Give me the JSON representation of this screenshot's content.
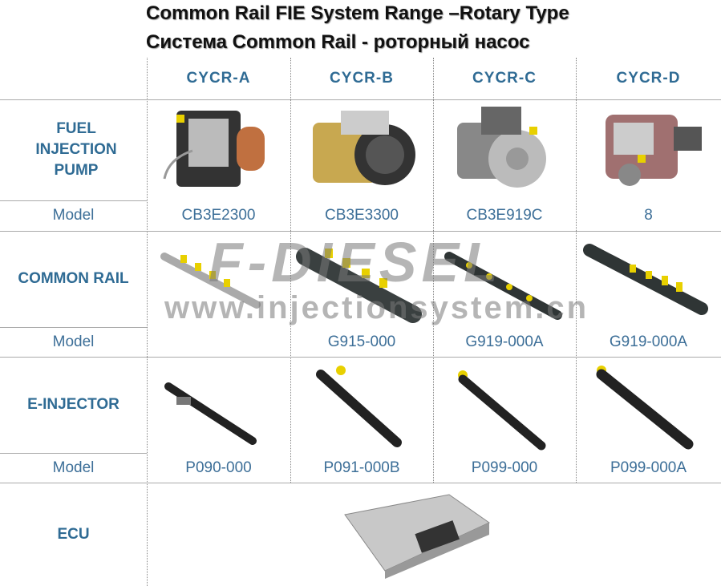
{
  "title_en": "Common Rail FIE System Range –Rotary Type",
  "title_ru": "Система Common Rail - роторный насос",
  "columns": [
    "CYCR-A",
    "CYCR-B",
    "CYCR-C",
    "CYCR-D"
  ],
  "rows": {
    "pump": {
      "label": "FUEL INJECTION PUMP",
      "model_label": "Model",
      "models": [
        "CB3E2300",
        "CB3E3300",
        "CB3E919C",
        "8"
      ]
    },
    "rail": {
      "label": "COMMON RAIL",
      "model_label": "Model",
      "models": [
        "",
        "G915-000",
        "G919-000A",
        "G919-000A"
      ]
    },
    "injector": {
      "label": "E-INJECTOR",
      "model_label": "Model",
      "models": [
        "P090-000",
        "P091-000B",
        "P099-000",
        "P099-000A"
      ]
    },
    "ecu": {
      "label": "ECU"
    }
  },
  "watermark": {
    "brand": "F-DIESEL",
    "url": "www.injectionsystem.cn"
  }
}
